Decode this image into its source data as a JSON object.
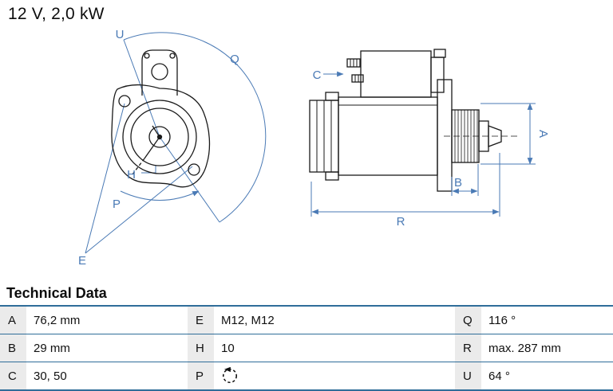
{
  "title": "12 V, 2,0 kW",
  "colors": {
    "dimension_blue": "#4a7ab5",
    "table_line_blue": "#2f6d99",
    "letter_cell_bg": "#ebebeb",
    "drawing_black": "#1a1a1a"
  },
  "diagram": {
    "front_view_labels": {
      "u": "U",
      "q": "Q",
      "h": "H",
      "p": "P",
      "e": "E"
    },
    "side_view_labels": {
      "c": "C",
      "a": "A",
      "b": "B",
      "r": "R"
    }
  },
  "technical_data": {
    "heading": "Technical Data",
    "rows": [
      {
        "cells": [
          {
            "key": "A",
            "value": "76,2 mm"
          },
          {
            "key": "E",
            "value": "M12, M12"
          },
          {
            "key": "Q",
            "value": "116 °"
          }
        ]
      },
      {
        "cells": [
          {
            "key": "B",
            "value": "29 mm"
          },
          {
            "key": "H",
            "value": "10"
          },
          {
            "key": "R",
            "value": "max. 287 mm"
          }
        ]
      },
      {
        "cells": [
          {
            "key": "C",
            "value": "30, 50"
          },
          {
            "key": "P",
            "value": "",
            "icon": "rotation-ccw-icon"
          },
          {
            "key": "U",
            "value": "64 °"
          }
        ]
      }
    ]
  }
}
